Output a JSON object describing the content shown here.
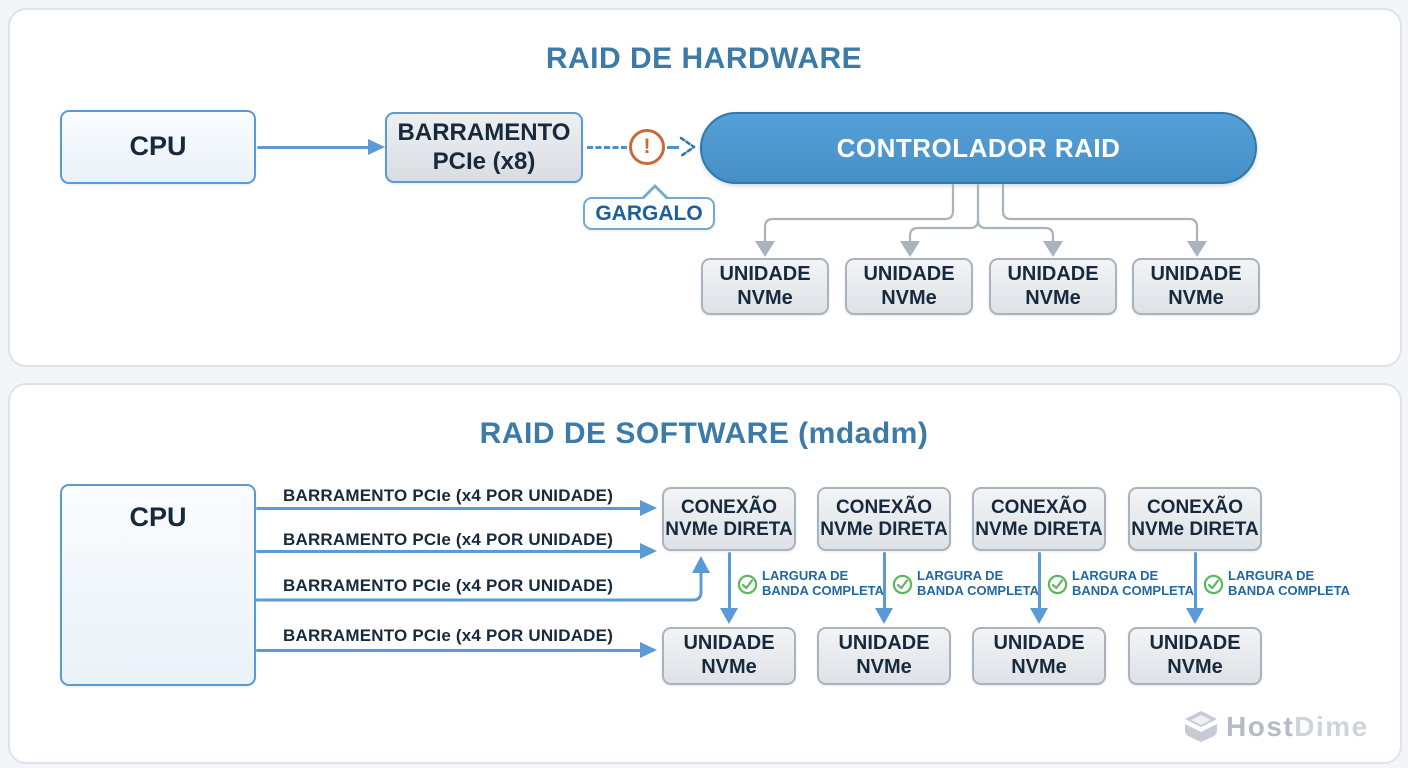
{
  "colors": {
    "accent_blue": "#5b9bd5",
    "title_blue": "#3c7aa7",
    "dark_text": "#17293c",
    "controller_fill": "#4e96cf",
    "controller_border": "#2f78b0",
    "warning_orange": "#c96a3b",
    "connector_gray": "#a9b3bd",
    "bandwidth_label_blue": "#2268a2",
    "check_green": "#5cb85c",
    "watermark_gray": "#c0c7cf"
  },
  "hardware": {
    "title": "RAID DE HARDWARE",
    "cpu_label": "CPU",
    "bus_box": {
      "line1": "BARRAMENTO",
      "line2": "PCIe (x8)"
    },
    "warning_glyph": "!",
    "bottleneck_label": "GARGALO",
    "controller_label": "CONTROLADOR RAID",
    "drives": [
      {
        "line1": "UNIDADE",
        "line2": "NVMe"
      },
      {
        "line1": "UNIDADE",
        "line2": "NVMe"
      },
      {
        "line1": "UNIDADE",
        "line2": "NVMe"
      },
      {
        "line1": "UNIDADE",
        "line2": "NVMe"
      }
    ]
  },
  "software": {
    "title": "RAID DE SOFTWARE (mdadm)",
    "cpu_label": "CPU",
    "bus_labels": [
      "BARRAMENTO PCIe (x4 POR UNIDADE)",
      "BARRAMENTO PCIe (x4 POR UNIDADE)",
      "BARRAMENTO PCIe (x4 POR UNIDADE)",
      "BARRAMENTO PCIe (x4 POR UNIDADE)"
    ],
    "connections": [
      {
        "line1": "CONEXÃO",
        "line2": "NVMe DIRETA"
      },
      {
        "line1": "CONEXÃO",
        "line2": "NVMe DIRETA"
      },
      {
        "line1": "CONEXÃO",
        "line2": "NVMe DIRETA"
      },
      {
        "line1": "CONEXÃO",
        "line2": "NVMe DIRETA"
      }
    ],
    "bandwidth_labels": [
      {
        "line1": "LARGURA DE",
        "line2": "BANDA COMPLETA"
      },
      {
        "line1": "LARGURA DE",
        "line2": "BANDA COMPLETA"
      },
      {
        "line1": "LARGURA DE",
        "line2": "BANDA COMPLETA"
      },
      {
        "line1": "LARGURA DE",
        "line2": "BANDA COMPLETA"
      }
    ],
    "drives": [
      {
        "line1": "UNIDADE",
        "line2": "NVMe"
      },
      {
        "line1": "UNIDADE",
        "line2": "NVMe"
      },
      {
        "line1": "UNIDADE",
        "line2": "NVMe"
      },
      {
        "line1": "UNIDADE",
        "line2": "NVMe"
      }
    ]
  },
  "watermark": {
    "part1": "Host",
    "part2": "Dime"
  }
}
